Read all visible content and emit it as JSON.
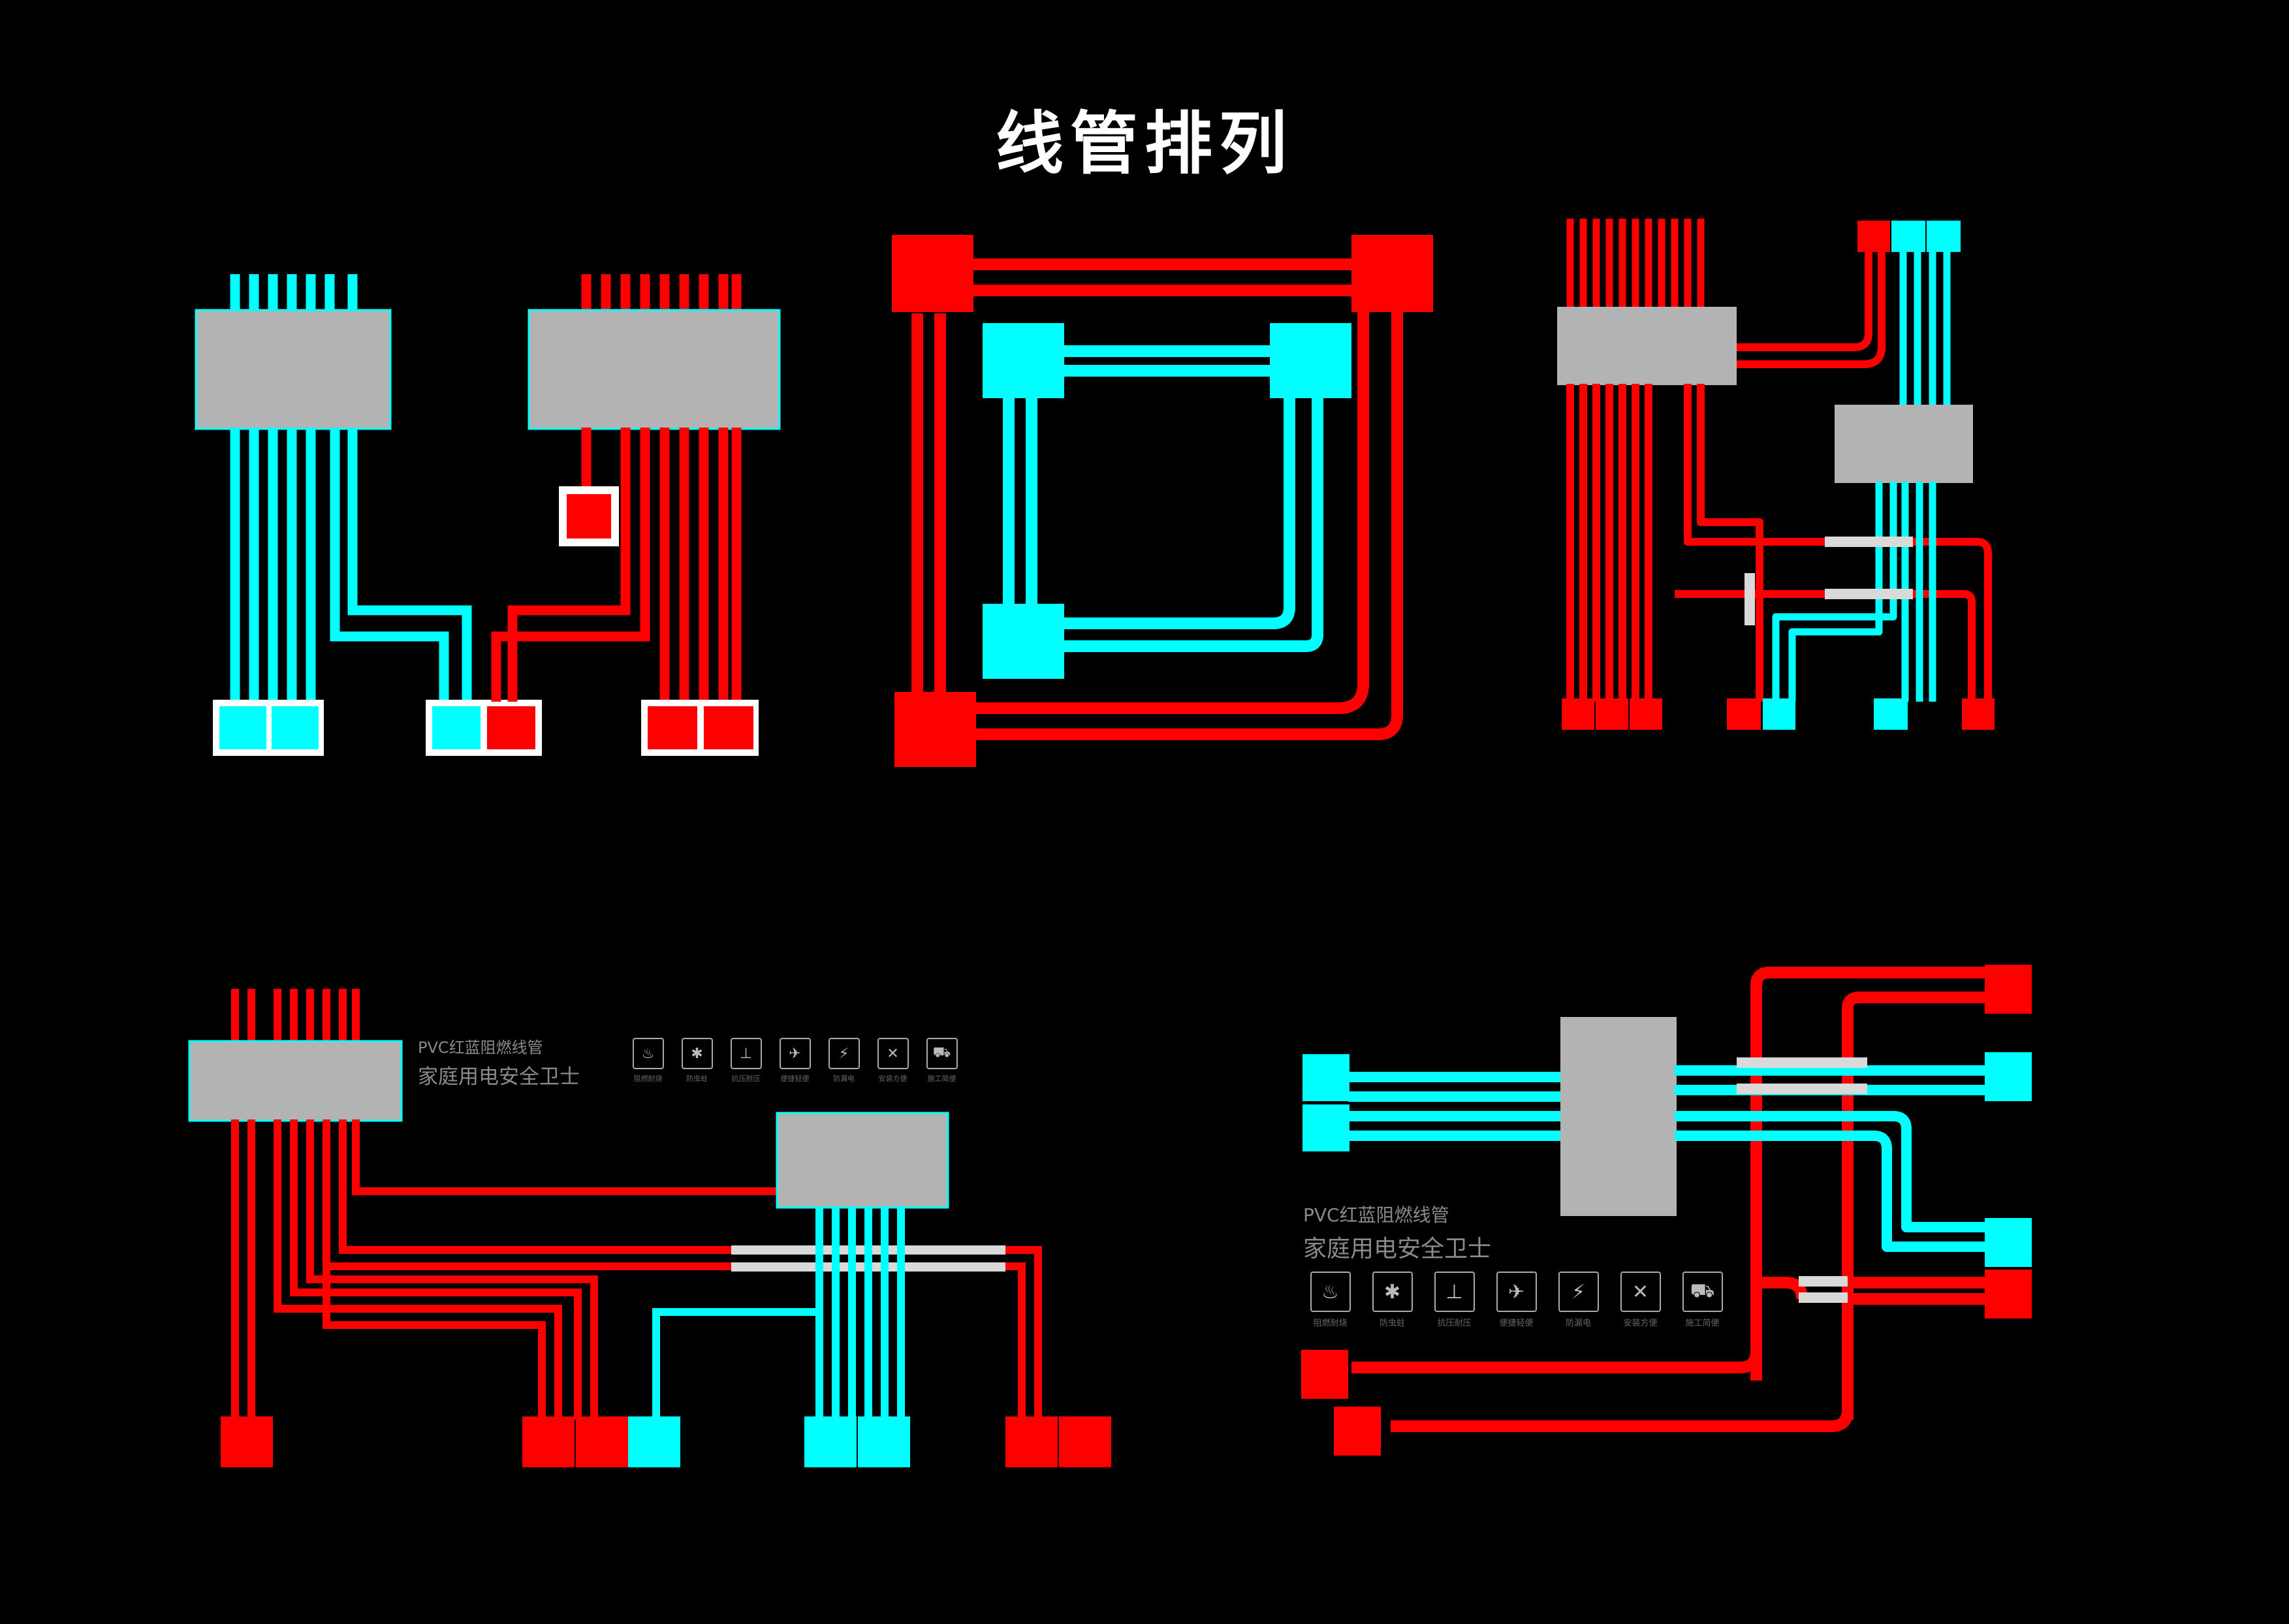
{
  "page": {
    "title": "线管排列"
  },
  "colors": {
    "background": "#000000",
    "red_pipe": "#ff0000",
    "cyan_pipe": "#00ffff",
    "junction_box": "#b3b3b3",
    "crossover_sleeve": "#d9d9d9",
    "outline": "#ffffff"
  },
  "brand_small": {
    "line1": "PVC红蓝阻燃线管",
    "line2": "家庭用电安全卫士",
    "features": [
      {
        "icon": "flame-retardant-icon",
        "label": "阻燃耐烧"
      },
      {
        "icon": "insect-proof-icon",
        "label": "防虫蛀"
      },
      {
        "icon": "pressure-proof-icon",
        "label": "抗压耐压"
      },
      {
        "icon": "lightweight-icon",
        "label": "便捷轻便"
      },
      {
        "icon": "anti-leakage-icon",
        "label": "防漏电"
      },
      {
        "icon": "easy-install-icon",
        "label": "安装方便"
      },
      {
        "icon": "construction-icon",
        "label": "施工简便"
      }
    ]
  },
  "brand_large": {
    "line1": "PVC红蓝阻燃线管",
    "line2": "家庭用电安全卫士",
    "features": [
      {
        "icon": "flame-retardant-icon",
        "label": "阻燃耐烧"
      },
      {
        "icon": "insect-proof-icon",
        "label": "防虫蛀"
      },
      {
        "icon": "pressure-proof-icon",
        "label": "抗压耐压"
      },
      {
        "icon": "lightweight-icon",
        "label": "便捷轻便"
      },
      {
        "icon": "anti-leakage-icon",
        "label": "防漏电"
      },
      {
        "icon": "easy-install-icon",
        "label": "安装方便"
      },
      {
        "icon": "construction-icon",
        "label": "施工简便"
      }
    ]
  }
}
